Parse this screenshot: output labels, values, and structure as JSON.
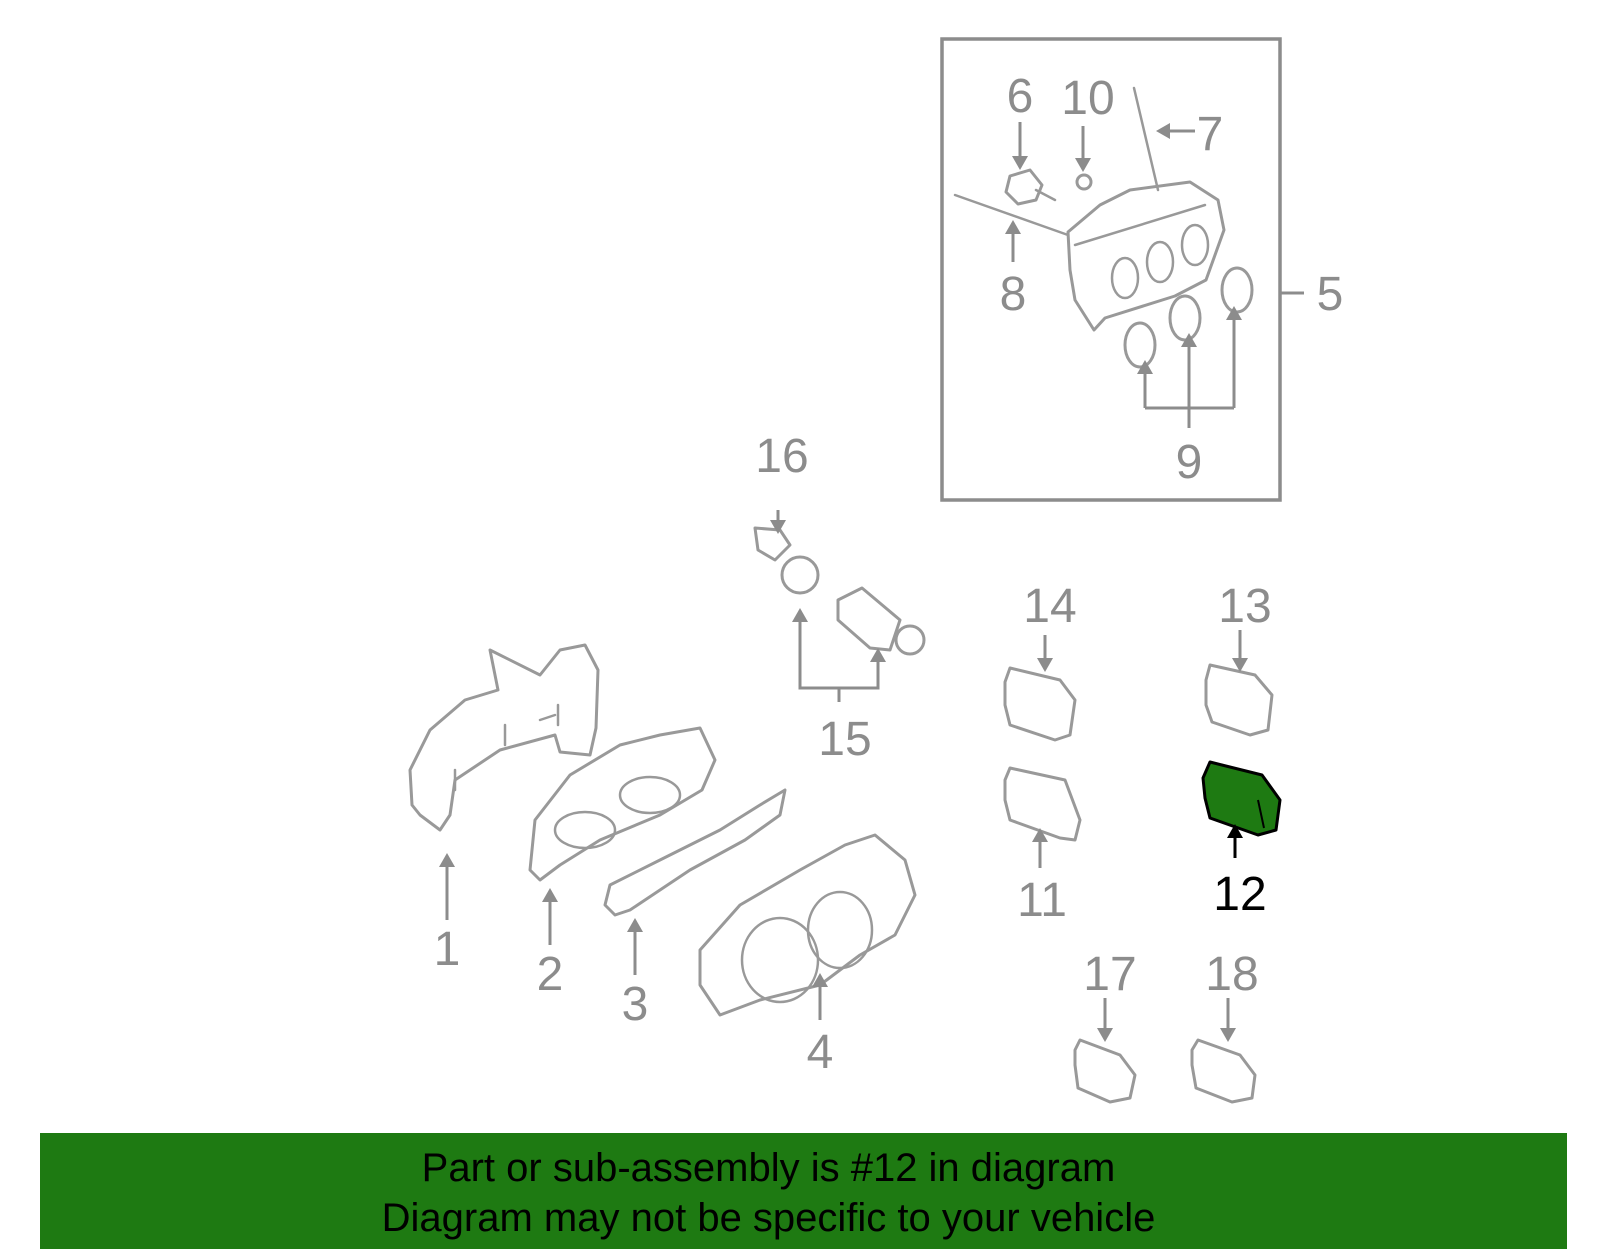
{
  "diagram": {
    "callouts": [
      {
        "id": "1",
        "label": "1"
      },
      {
        "id": "2",
        "label": "2"
      },
      {
        "id": "3",
        "label": "3"
      },
      {
        "id": "4",
        "label": "4"
      },
      {
        "id": "5",
        "label": "5"
      },
      {
        "id": "6",
        "label": "6"
      },
      {
        "id": "7",
        "label": "7"
      },
      {
        "id": "8",
        "label": "8"
      },
      {
        "id": "9",
        "label": "9"
      },
      {
        "id": "10",
        "label": "10"
      },
      {
        "id": "11",
        "label": "11"
      },
      {
        "id": "12",
        "label": "12"
      },
      {
        "id": "13",
        "label": "13"
      },
      {
        "id": "14",
        "label": "14"
      },
      {
        "id": "15",
        "label": "15"
      },
      {
        "id": "16",
        "label": "16"
      },
      {
        "id": "17",
        "label": "17"
      },
      {
        "id": "18",
        "label": "18"
      }
    ],
    "highlighted_part": "12",
    "colors": {
      "line_art": "#999999",
      "callout_text": "#8c8c8c",
      "highlight_fill": "#1e7a12",
      "highlight_text": "#000000",
      "banner_background": "#1e7a12"
    }
  },
  "banner": {
    "line1": "Part or sub-assembly is #12 in diagram",
    "line2": "Diagram may not be specific to your vehicle"
  }
}
